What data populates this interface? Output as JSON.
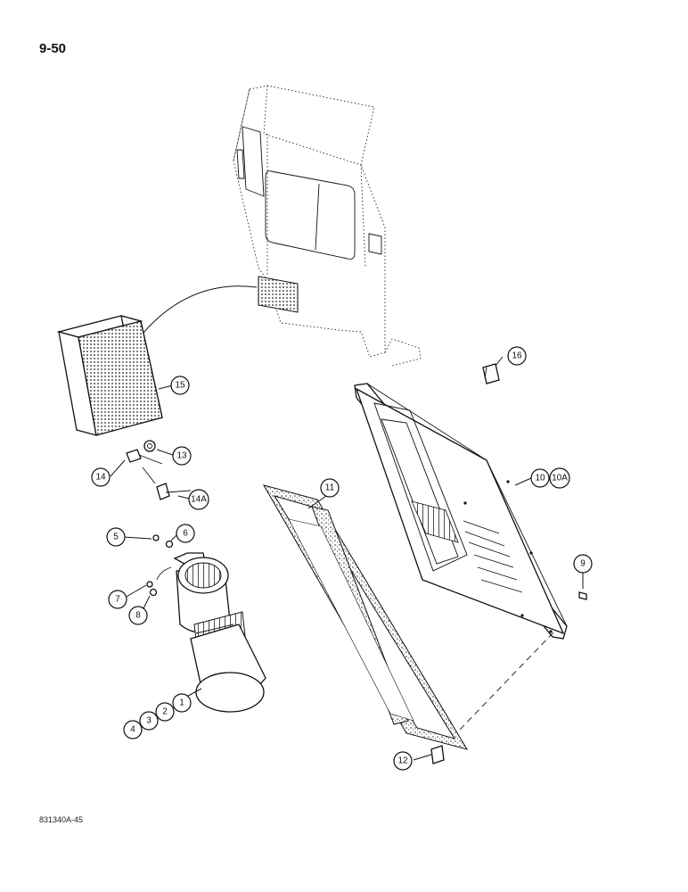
{
  "page": {
    "number": "9-50",
    "reference_code": "831340A-45"
  },
  "callouts": [
    {
      "id": "c1",
      "label": "1"
    },
    {
      "id": "c2",
      "label": "2"
    },
    {
      "id": "c3",
      "label": "3"
    },
    {
      "id": "c4",
      "label": "4"
    },
    {
      "id": "c5",
      "label": "5"
    },
    {
      "id": "c6",
      "label": "6"
    },
    {
      "id": "c7",
      "label": "7"
    },
    {
      "id": "c8",
      "label": "8"
    },
    {
      "id": "c9",
      "label": "9"
    },
    {
      "id": "c10",
      "label": "10"
    },
    {
      "id": "c10a",
      "label": "10A"
    },
    {
      "id": "c11",
      "label": "11"
    },
    {
      "id": "c12",
      "label": "12"
    },
    {
      "id": "c13",
      "label": "13"
    },
    {
      "id": "c14",
      "label": "14"
    },
    {
      "id": "c14a",
      "label": "14A"
    },
    {
      "id": "c15",
      "label": "15"
    },
    {
      "id": "c16",
      "label": "16"
    }
  ]
}
